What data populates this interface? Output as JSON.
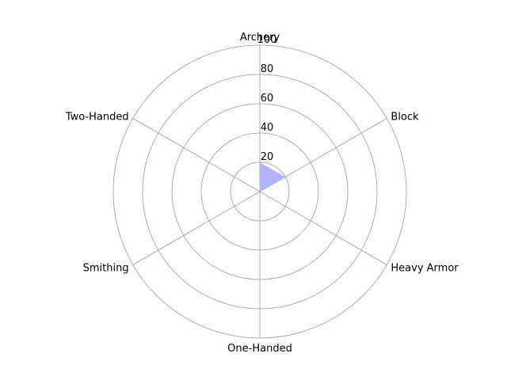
{
  "chart_data": {
    "type": "radar",
    "categories": [
      "Archery",
      "Block",
      "Heavy Armor",
      "One-Handed",
      "Smithing",
      "Two-Handed"
    ],
    "series": [
      {
        "values": [
          20,
          20,
          0,
          0,
          0,
          0
        ],
        "color": "#b3b3ff"
      }
    ],
    "rlim": [
      0,
      100
    ],
    "rticks": [
      20,
      40,
      60,
      80,
      100
    ],
    "grid": true,
    "grid_color": "#999999"
  }
}
